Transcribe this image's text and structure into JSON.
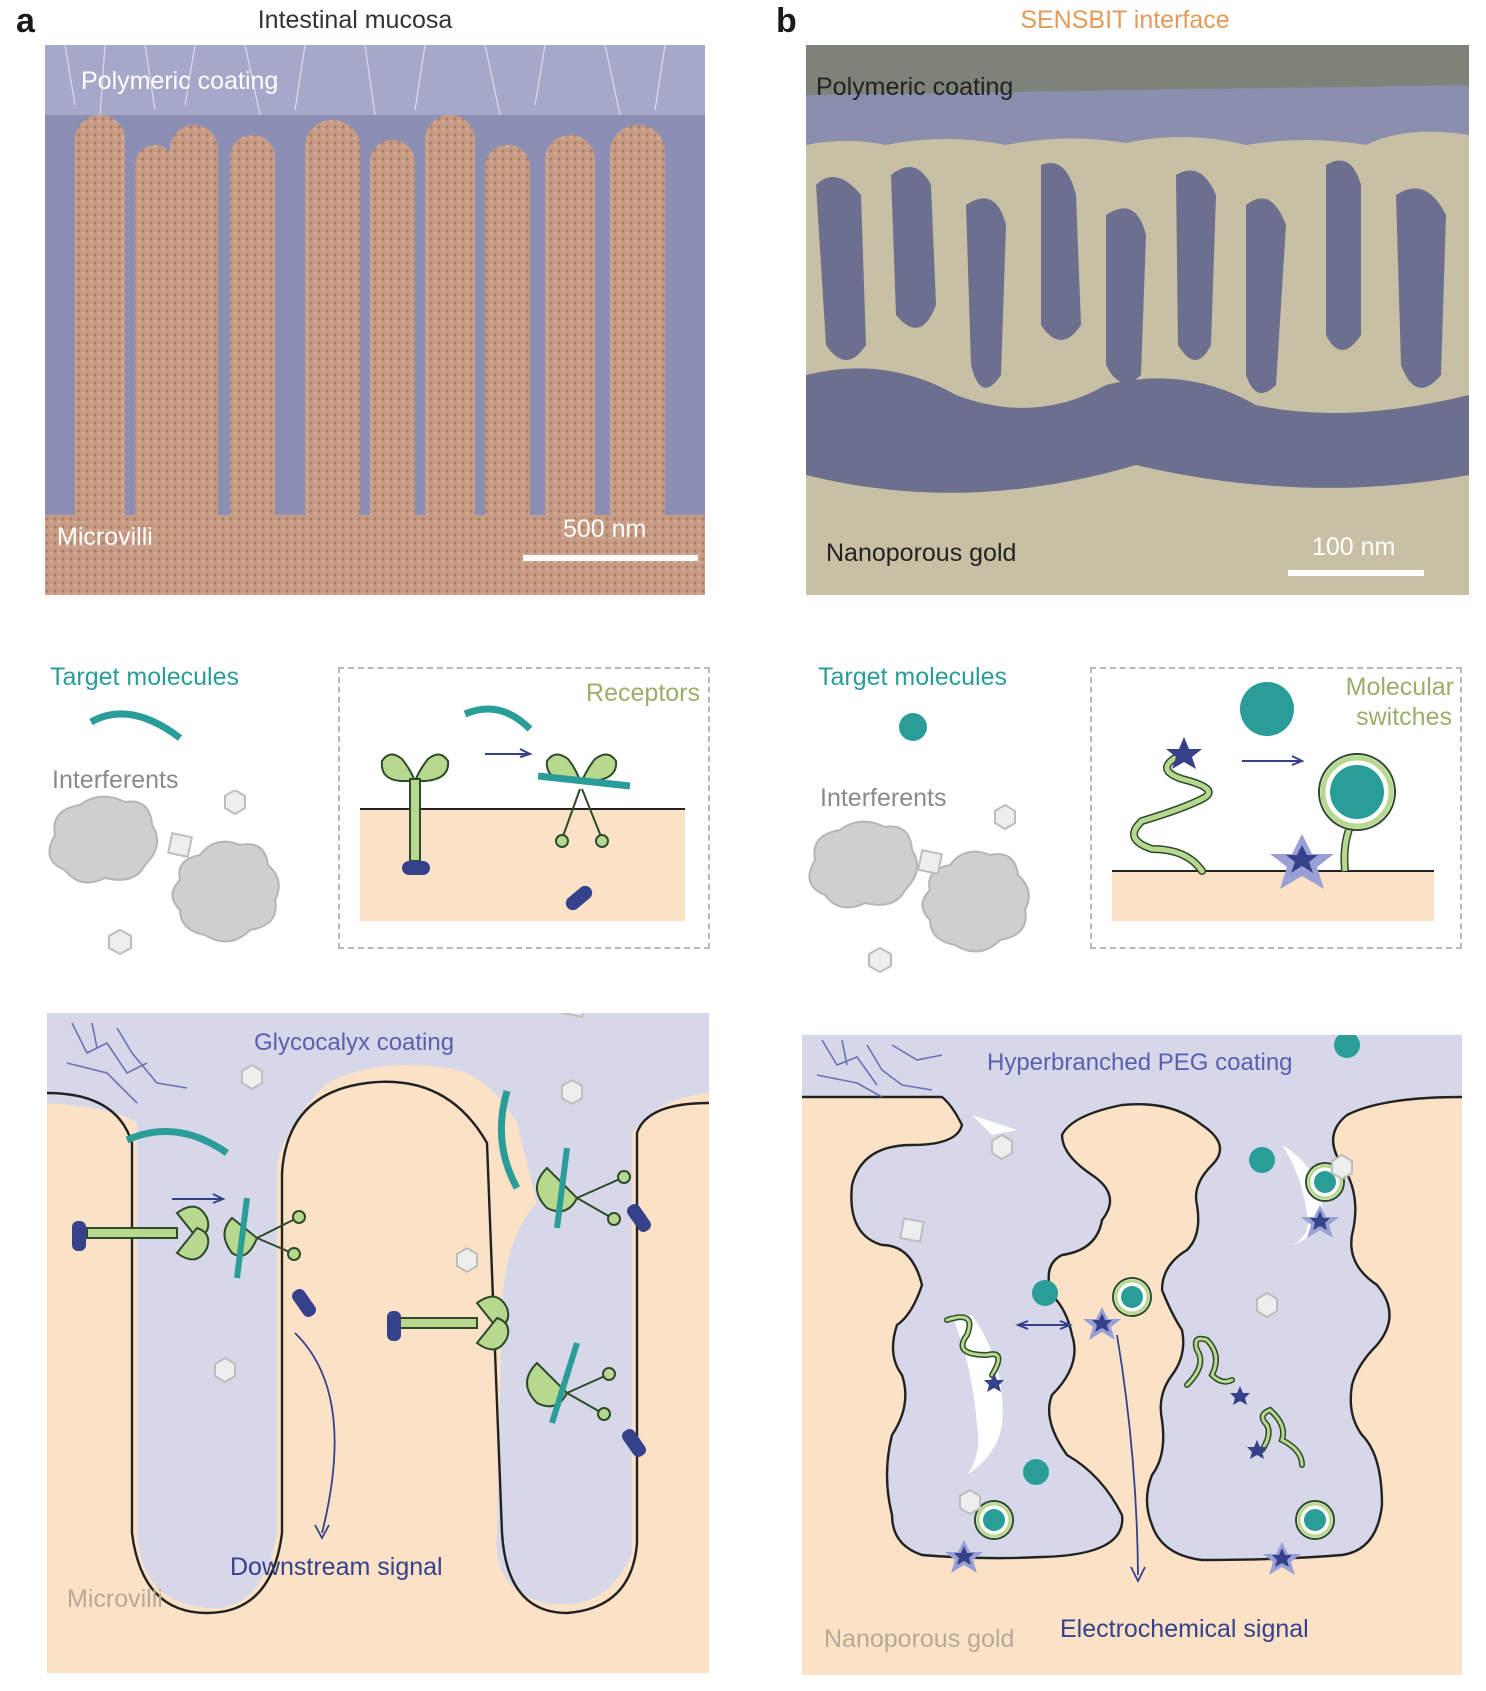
{
  "panels": {
    "a": {
      "letter": "a",
      "title": "Intestinal mucosa",
      "micrograph": {
        "top_label": "Polymeric coating",
        "bottom_label": "Microvilli",
        "scale_bar": "500 nm"
      },
      "legend": {
        "target_label": "Target molecules",
        "interferents_label": "Interferents",
        "inset_label": "Receptors"
      },
      "schematic": {
        "coating_label": "Glycocalyx coating",
        "signal_label": "Downstream signal",
        "substrate_label": "Microvilli"
      }
    },
    "b": {
      "letter": "b",
      "title": "SENSBIT interface",
      "micrograph": {
        "top_label": "Polymeric coating",
        "bottom_label": "Nanoporous gold",
        "scale_bar": "100 nm"
      },
      "legend": {
        "target_label": "Target molecules",
        "interferents_label": "Interferents",
        "inset_label_line1": "Molecular",
        "inset_label_line2": "switches"
      },
      "schematic": {
        "coating_label": "Hyperbranched PEG coating",
        "signal_label": "Electrochemical signal",
        "substrate_label": "Nanoporous gold"
      }
    }
  },
  "colors": {
    "teal": "#2a9d99",
    "olive": "#9aae6a",
    "orange": "#e39a5a",
    "navy": "#35418a",
    "coating": "#d6d7e9",
    "substrate": "#fbe2c7",
    "receptor": "#b6d98f",
    "gray_text": "#8a8a8a"
  }
}
